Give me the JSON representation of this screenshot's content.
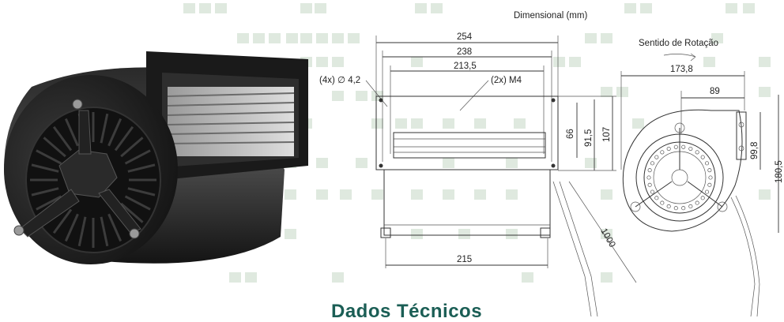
{
  "drawing": {
    "title": "Dimensional (mm)",
    "rotation_label": "Sentido de Rotação",
    "side_view_dims": [
      "254",
      "238",
      "213,5",
      "215",
      "66",
      "91,5",
      "107",
      "1000"
    ],
    "callouts": [
      "(4x) ∅ 4,2",
      "(2x) M4"
    ],
    "front_view_dims": [
      "173,8",
      "89",
      "99,8",
      "180,5"
    ]
  },
  "section_heading": "Dados Técnicos",
  "colors": {
    "accent_green": "#1b5e55",
    "tile_green": "#dfe9df",
    "motor_body": "#1c1c1c"
  },
  "product_photo": {
    "icon": "centrifugal-blower-photo"
  }
}
